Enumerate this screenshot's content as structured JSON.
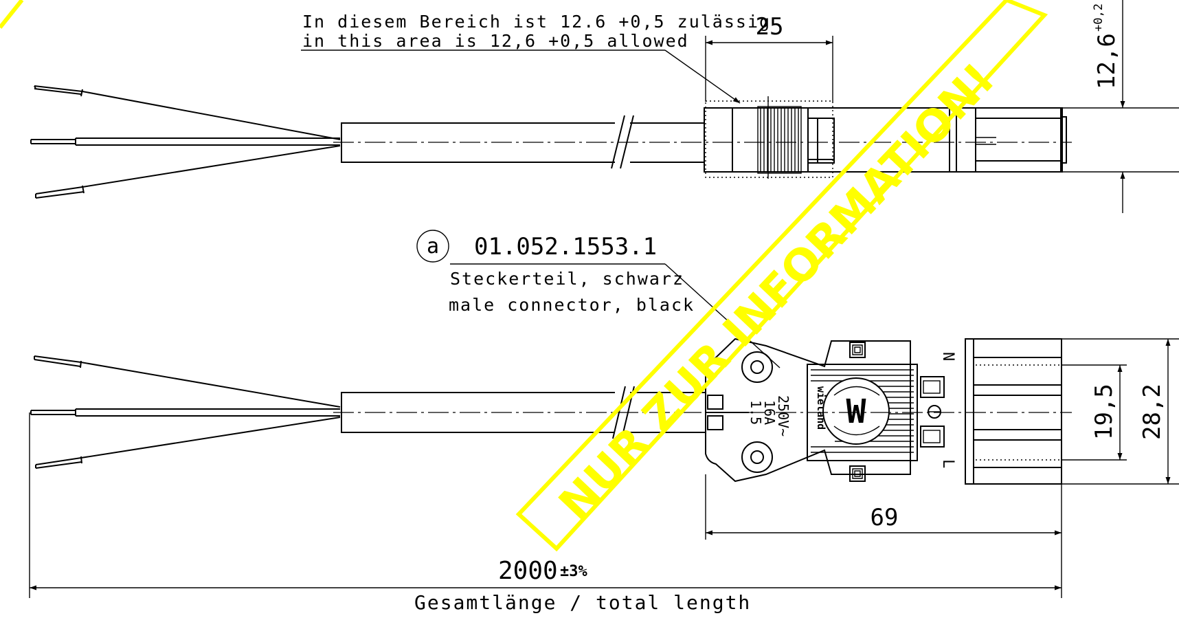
{
  "top_view": {
    "note_line1": "In diesem Bereich ist 12.6 +0,5 zulässig",
    "note_line2": "in this area is 12,6 +0,5 allowed",
    "dim_25": "25",
    "dim_height": "12,6",
    "dim_height_tol": "+0,2"
  },
  "bottom_view": {
    "callout_letter": "a",
    "part_number": "01.052.1553.1",
    "part_desc_de": "Steckerteil, schwarz",
    "part_desc_en": "male connector, black",
    "rating_voltage": "250V~",
    "rating_current": "16A",
    "rating_section": "1.5",
    "brand": "wieland",
    "brand_logo": "W",
    "terminal_n": "N",
    "terminal_l": "L",
    "dim_69": "69",
    "dim_19_5": "19,5",
    "dim_28_2": "28,2"
  },
  "total_length": {
    "value": "2000",
    "tolerance": "±3%",
    "label": "Gesamtlänge / total length"
  },
  "watermark": {
    "text": "NUR ZUR INFORMATION!",
    "color": "#ffff00"
  }
}
